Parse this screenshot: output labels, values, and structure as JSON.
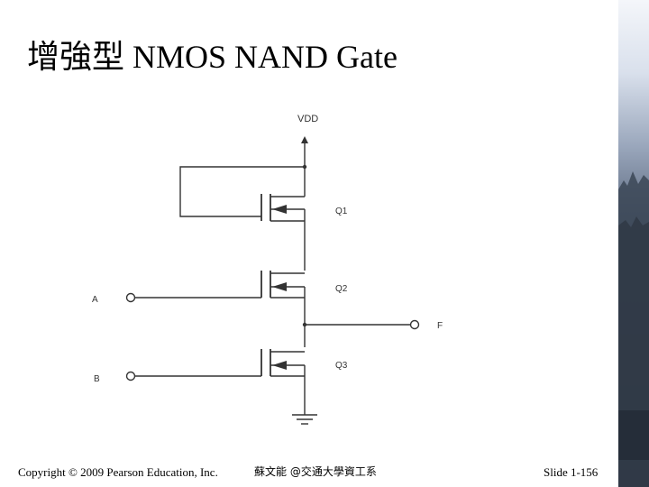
{
  "slide": {
    "title": "增強型 NMOS NAND Gate"
  },
  "circuit": {
    "supply_label": "VDD",
    "output_label": "F",
    "input_a_label": "A",
    "input_b_label": "B",
    "transistors": [
      {
        "label": "Q1"
      },
      {
        "label": "Q2"
      },
      {
        "label": "Q3"
      }
    ]
  },
  "footer": {
    "copyright": "Copyright © 2009 Pearson Education, Inc.",
    "author": "蘇文能 @交通大學資工系",
    "slide_number": "Slide 1-156"
  },
  "colors": {
    "side_strip_top": "#eef1f7",
    "side_strip_bottom": "#3e4a5c",
    "wire": "#333333"
  }
}
